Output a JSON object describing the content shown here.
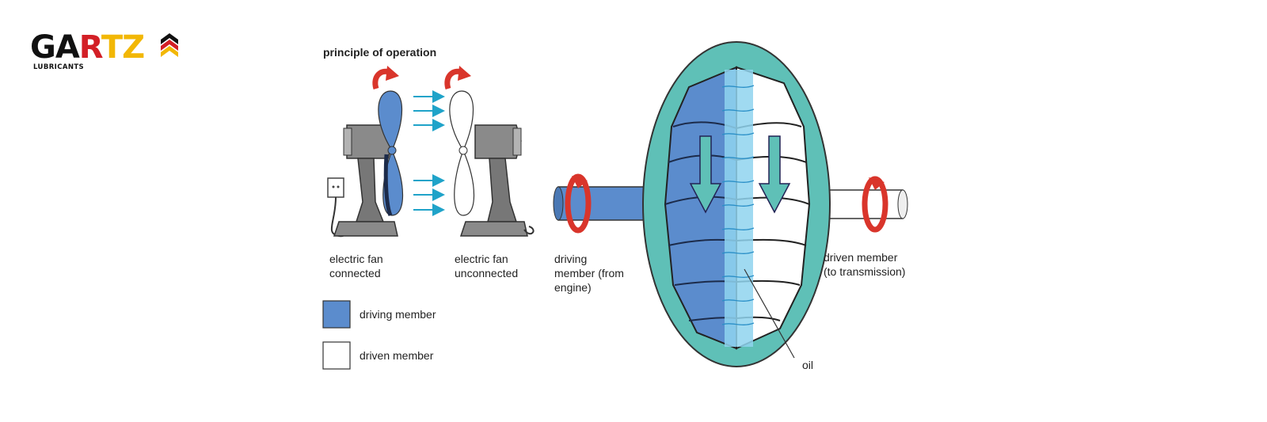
{
  "logo": {
    "part1": "GA",
    "part2": "R",
    "part3": "TZ",
    "sub": "LUBRICANTS"
  },
  "diagram": {
    "title": "principle of operation",
    "fan_connected": [
      "electric fan",
      "connected"
    ],
    "fan_unconnected": [
      "electric fan",
      "unconnected"
    ],
    "legend": {
      "driving": "driving member",
      "driven": "driven member"
    },
    "driving_label": [
      "driving",
      "member (from",
      "engine)"
    ],
    "driven_label": [
      "driven member",
      "(to transmission)"
    ],
    "oil_label": "oil"
  },
  "colors": {
    "driving_blue": "#5b8ccd",
    "housing_teal": "#5fc0b7",
    "arrow_red": "#d9352b",
    "airflow_cyan": "#1fa3c9",
    "oil_blue": "#8fd3ef",
    "logo_black": "#111111",
    "logo_red": "#d31f26",
    "logo_yellow": "#f2b705"
  },
  "icons": [
    "rotation-arrow-icon",
    "airflow-arrow-icon",
    "flow-arrow-icon",
    "power-outlet-icon"
  ]
}
